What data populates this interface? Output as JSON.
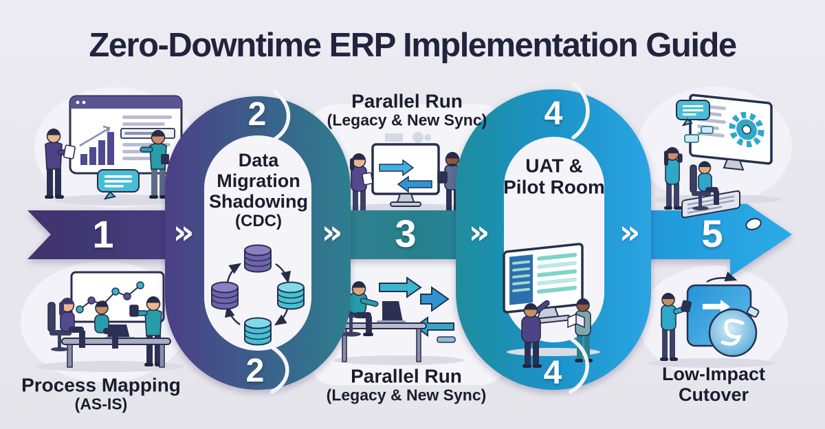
{
  "title": "Zero-Downtime ERP Implementation Guide",
  "chevron_glyph": "»",
  "colors": {
    "background": "#e8e7ee",
    "band_start_purple": "#3e346c",
    "band_mid_teal": "#27808d",
    "band_end_blue": "#2ba9e5",
    "loop2_purple": "#4b4086",
    "loop2_teal": "#2d7e8f",
    "loop4_blue": "#2ba4e2",
    "label_text": "#1b1c2e",
    "title_text": "#22243e"
  },
  "stages": [
    {
      "number": "1",
      "label_lines": [
        "Process Mapping",
        "(AS-IS)"
      ],
      "illustration": "team-workshop-whiteboard"
    },
    {
      "number": "2",
      "label_lines": [
        "Data",
        "Migration",
        "Shadowing",
        "(CDC)"
      ],
      "illustration": "database-sync-cycle"
    },
    {
      "number": "3",
      "label_top_lines": [
        "Parallel Run",
        "(Legacy & New Sync)"
      ],
      "label_bottom_lines": [
        "Parallel Run",
        "(Legacy & New Sync)"
      ],
      "illustration_top": "dual-system-monitor-sync",
      "illustration_bottom": "operator-desk-transfer-arrows"
    },
    {
      "number": "4",
      "label_lines": [
        "UAT &",
        "Pilot Room"
      ],
      "illustration": "uat-review-screen"
    },
    {
      "number": "5",
      "label_lines": [
        "Low-Impact",
        "Cutover"
      ],
      "illustration": "cutover-switch-panel"
    }
  ],
  "extra_illustrations": {
    "intro_top_left": "analysts-chart-board",
    "closing_top_right": "team-system-gear-monitor"
  }
}
